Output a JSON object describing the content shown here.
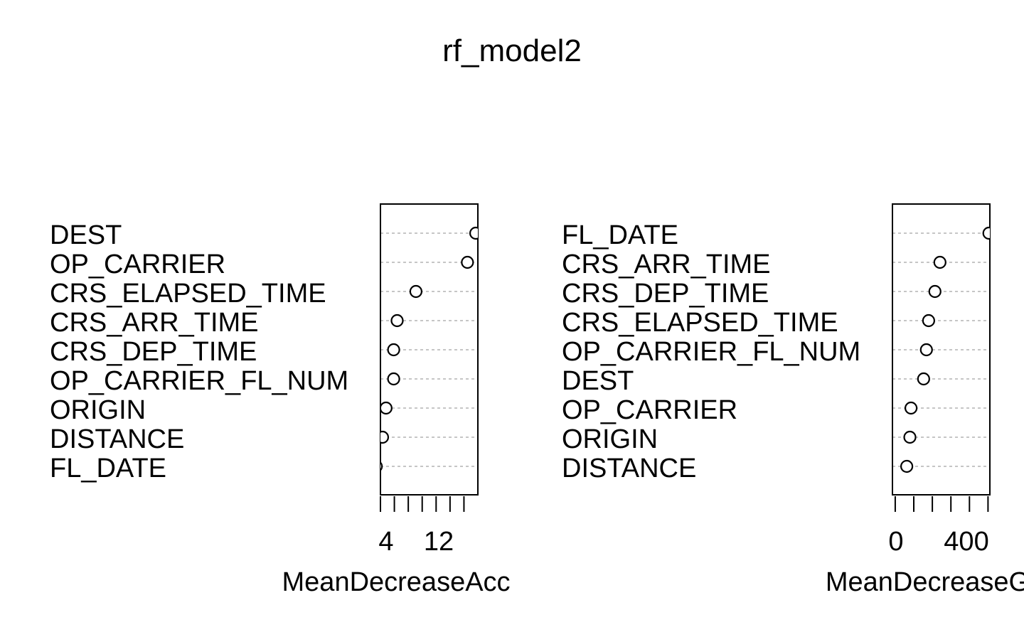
{
  "chart_data": {
    "title": "rf_model2",
    "type": "scatter",
    "panels": [
      {
        "xlabel": "MeanDecreaseAccuracy",
        "xticks": [
          4,
          6,
          8,
          10,
          12,
          14,
          16
        ],
        "tick_labels": [
          "4",
          "12"
        ],
        "xlim": [
          4,
          18
        ],
        "variables": [
          "DEST",
          "OP_CARRIER",
          "CRS_ELAPSED_TIME",
          "CRS_ARR_TIME",
          "CRS_DEP_TIME",
          "OP_CARRIER_FL_NUM",
          "ORIGIN",
          "DISTANCE",
          "FL_DATE"
        ],
        "values": [
          17.7,
          16.5,
          9.1,
          6.4,
          5.9,
          5.9,
          4.8,
          4.3,
          3.4
        ]
      },
      {
        "xlabel": "MeanDecreaseGini",
        "xticks": [
          0,
          100,
          200,
          300,
          400,
          500
        ],
        "tick_labels": [
          "0",
          "400"
        ],
        "xlim": [
          -15,
          510
        ],
        "variables": [
          "FL_DATE",
          "CRS_ARR_TIME",
          "CRS_DEP_TIME",
          "CRS_ELAPSED_TIME",
          "OP_CARRIER_FL_NUM",
          "DEST",
          "OP_CARRIER",
          "ORIGIN",
          "DISTANCE"
        ],
        "values": [
          505,
          241,
          214,
          180,
          168,
          153,
          85,
          79,
          62
        ]
      }
    ]
  }
}
